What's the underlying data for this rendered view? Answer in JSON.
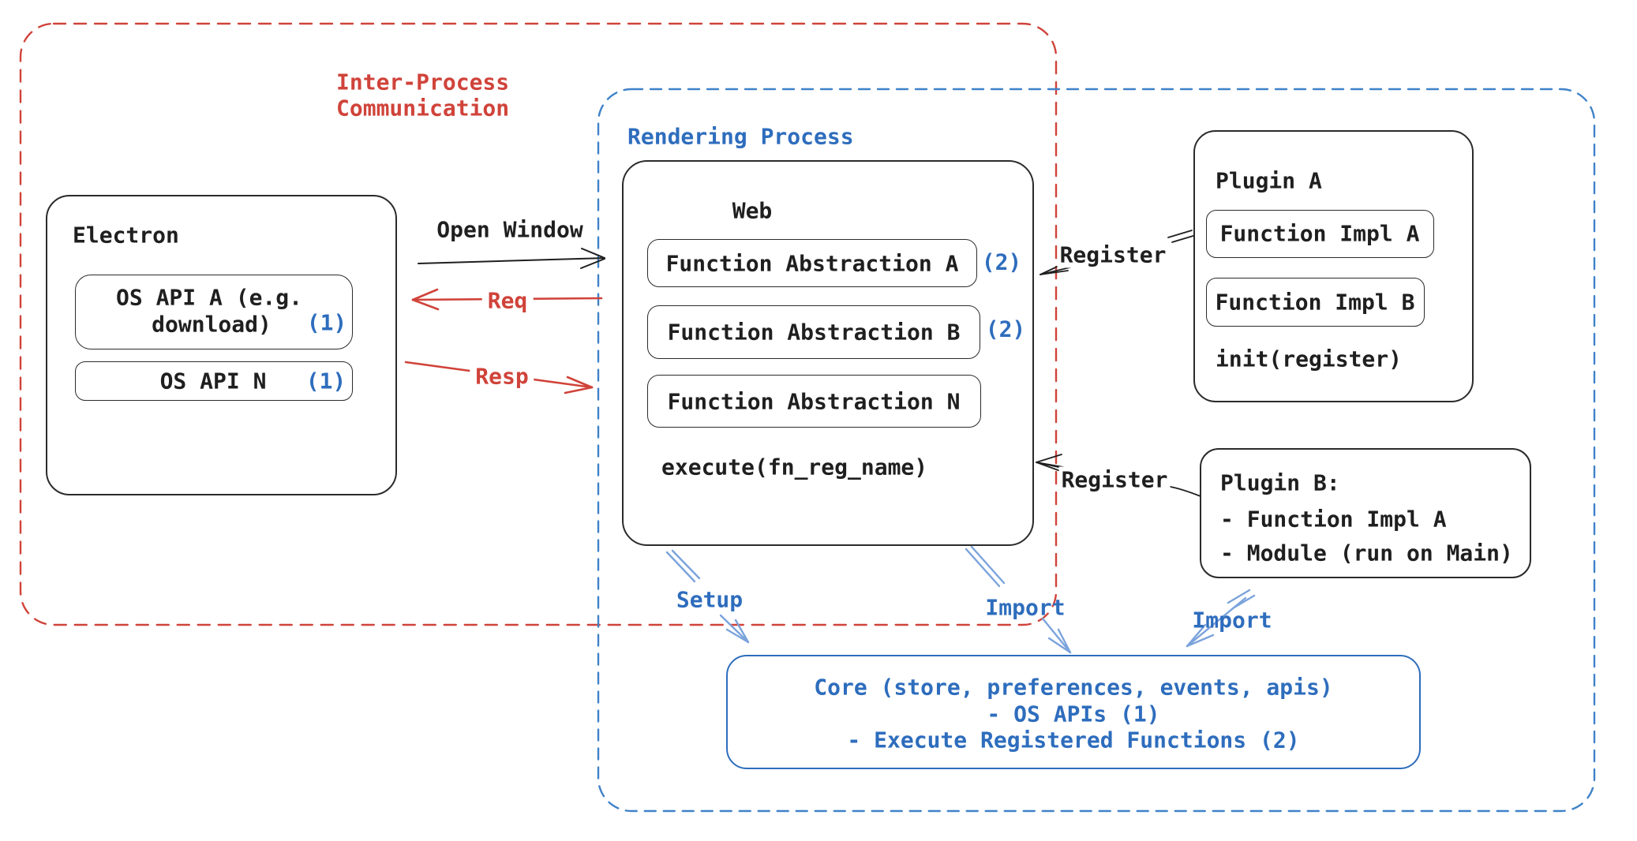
{
  "ipc": {
    "label_line1": "Inter-Process",
    "label_line2": "Communication"
  },
  "rendering": {
    "label": "Rendering Process"
  },
  "electron": {
    "title": "Electron",
    "api_a_line1": "OS API A (e.g.",
    "api_a_line2": "download)",
    "api_a_badge": "(1)",
    "api_n": "OS API N",
    "api_n_badge": "(1)"
  },
  "web": {
    "title": "Web",
    "fn_a": "Function Abstraction A",
    "fn_a_badge": "(2)",
    "fn_b": "Function Abstraction B",
    "fn_b_badge": "(2)",
    "fn_n": "Function Abstraction N",
    "execute": "execute(fn_reg_name)"
  },
  "plugin_a": {
    "title": "Plugin A",
    "impl_a": "Function Impl A",
    "impl_b": "Function Impl B",
    "init": "init(register)"
  },
  "plugin_b": {
    "line1": "Plugin B:",
    "line2": "- Function Impl A",
    "line3": "- Module (run on Main)"
  },
  "core": {
    "line1": "Core (store, preferences, events, apis)",
    "line2": "- OS APIs (1)",
    "line3": "- Execute Registered Functions (2)"
  },
  "arrows": {
    "open_window": "Open Window",
    "req": "Req",
    "resp": "Resp",
    "register_top": "Register",
    "register_bottom": "Register",
    "setup": "Setup",
    "import_web": "Import",
    "import_plugin": "Import"
  },
  "colors": {
    "red": "#d0433a",
    "blue_text": "#2e6dbd",
    "blue_dash": "#3f82c9",
    "arrow_blue": "#7ba3dc",
    "ink": "#1f1f1f"
  }
}
